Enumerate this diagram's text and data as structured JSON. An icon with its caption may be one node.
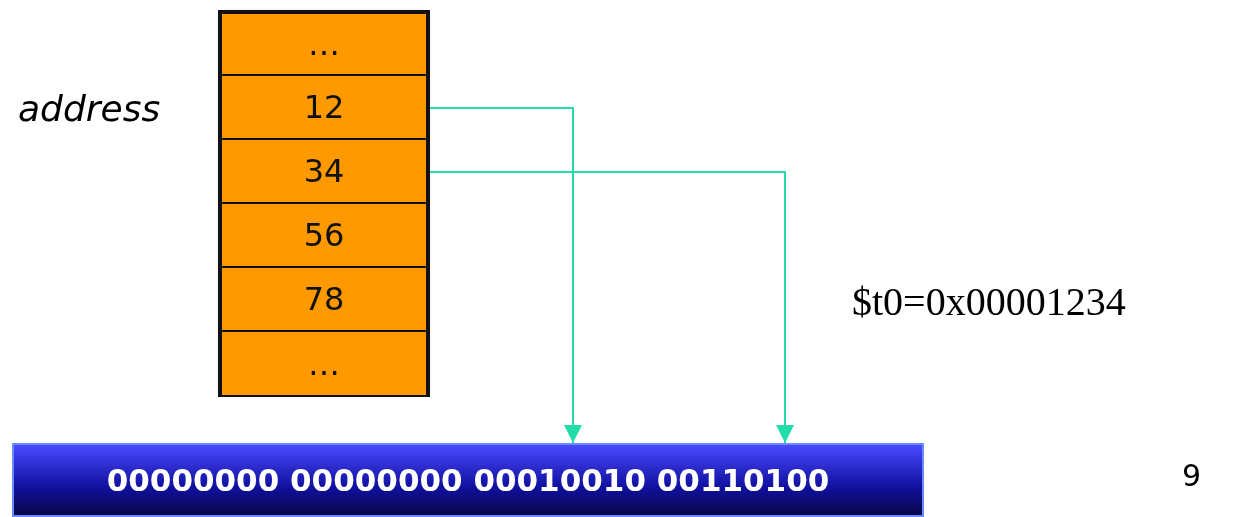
{
  "diagram": {
    "nodes": [
      {
        "text": [
          "…"
        ]
      },
      {
        "text": [
          "12"
        ]
      },
      {
        "text": [
          "34"
        ]
      },
      {
        "text": [
          "56"
        ]
      },
      {
        "text": [
          "78"
        ]
      },
      {
        "text": [
          "…"
        ]
      },
      {
        "text": [
          "00000000 00000000 00010010 00110100"
        ]
      }
    ],
    "edges": [
      {
        "from": 1,
        "to": 6,
        "arrow": "to"
      },
      {
        "from": 2,
        "to": 6,
        "arrow": "to"
      }
    ],
    "labels": [
      "address",
      "$t0=0x00001234",
      "9"
    ]
  }
}
